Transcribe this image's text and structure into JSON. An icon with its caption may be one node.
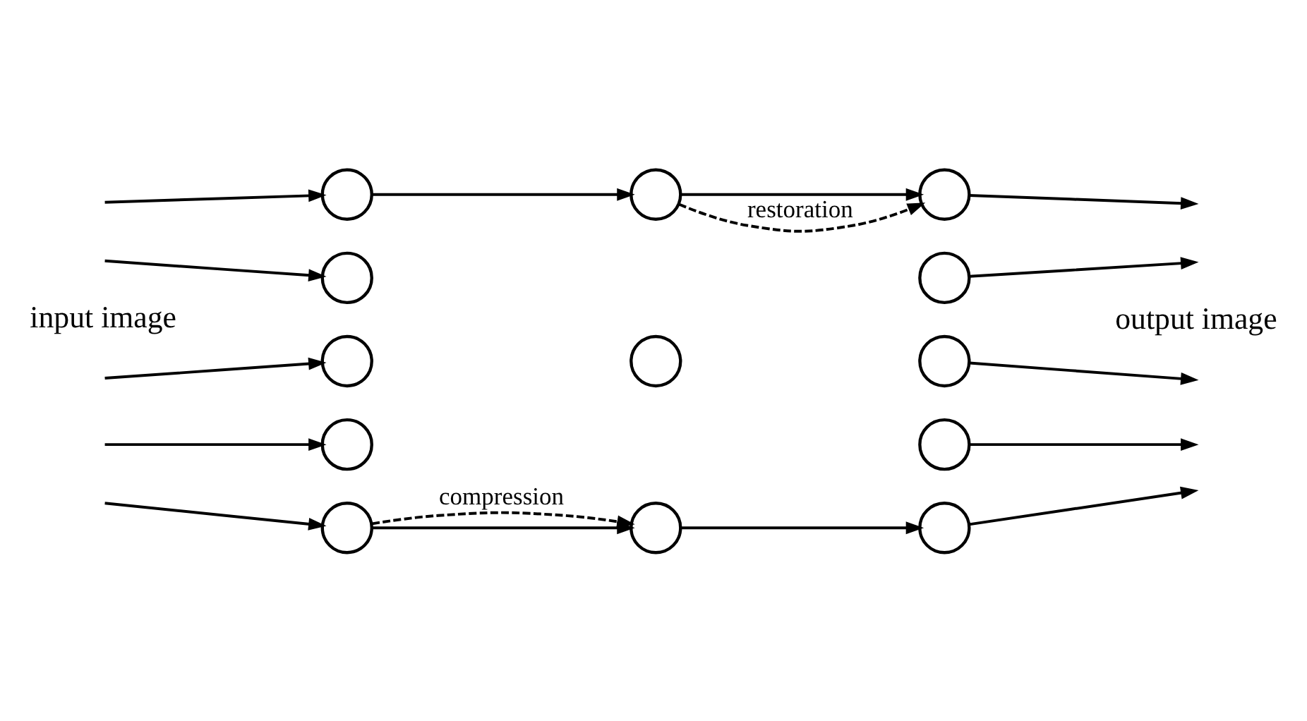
{
  "diagram": {
    "nodes": [
      {
        "text": [],
        "shape": "circle"
      },
      {
        "text": [],
        "shape": "circle"
      },
      {
        "text": [],
        "shape": "circle"
      },
      {
        "text": [],
        "shape": "circle"
      },
      {
        "text": [],
        "shape": "circle"
      },
      {
        "text": [],
        "shape": "circle"
      },
      {
        "text": [],
        "shape": "circle"
      },
      {
        "text": [],
        "shape": "circle"
      },
      {
        "text": [],
        "shape": "circle"
      },
      {
        "text": [],
        "shape": "circle"
      },
      {
        "text": [],
        "shape": "circle"
      },
      {
        "text": [],
        "shape": "circle"
      },
      {
        "text": [],
        "shape": "circle"
      }
    ],
    "edges": [
      {
        "from": null,
        "to": 0,
        "arrow": "to"
      },
      {
        "from": null,
        "to": 1,
        "arrow": "to"
      },
      {
        "from": null,
        "to": 2,
        "arrow": "to"
      },
      {
        "from": null,
        "to": 3,
        "arrow": "to"
      },
      {
        "from": null,
        "to": 4,
        "arrow": "to"
      },
      {
        "from": 0,
        "to": 5,
        "arrow": "to"
      },
      {
        "from": 4,
        "to": 7,
        "arrow": "to"
      },
      {
        "from": 5,
        "to": 8,
        "arrow": "to"
      },
      {
        "from": 7,
        "to": 12,
        "arrow": "to"
      },
      {
        "from": 8,
        "to": null,
        "arrow": "to"
      },
      {
        "from": 9,
        "to": null,
        "arrow": "to"
      },
      {
        "from": 10,
        "to": null,
        "arrow": "to"
      },
      {
        "from": 11,
        "to": null,
        "arrow": "to"
      },
      {
        "from": 12,
        "to": null,
        "arrow": "to"
      },
      {
        "from": 4,
        "to": 7,
        "arrow": "to",
        "style": "dashed",
        "label": "compression"
      },
      {
        "from": 5,
        "to": 8,
        "arrow": "to",
        "style": "dashed",
        "label": "restoration"
      }
    ],
    "labels": [
      "input image",
      "output image"
    ]
  }
}
